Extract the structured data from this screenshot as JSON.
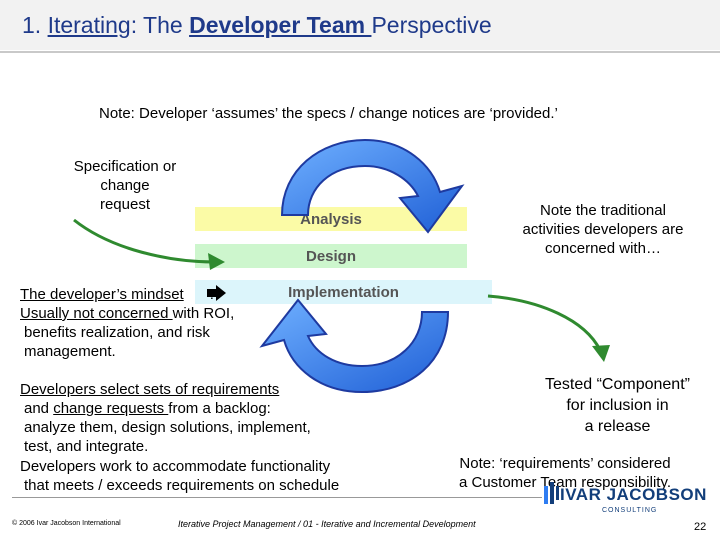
{
  "title": {
    "number": "1.",
    "part1": "Iterating",
    "part2": ": The ",
    "part3": "Developer Team ",
    "part4": "Perspective"
  },
  "note_top": "Note:  Developer ‘assumes’ the specs / change notices are ‘provided.’",
  "spec_request": [
    "Specification or",
    "change",
    "request"
  ],
  "bands": {
    "analysis": "Analysis",
    "design": "Design",
    "implementation": "Implementation"
  },
  "traditional_note": [
    "Note the traditional",
    "activities developers are",
    "concerned with…"
  ],
  "mindset": {
    "lead": "The developer’s mindset",
    "colon": ":",
    "line2_underlined": "Usually not concerned ",
    "line2_rest": "with ROI,",
    "line3": "benefits realization, and risk",
    "line4": "management."
  },
  "tested": [
    "Tested “Component”",
    "for inclusion in",
    "a release"
  ],
  "select": {
    "line1": "Developers select sets of requirements",
    "line2_pre": "and ",
    "line2_u": "change requests ",
    "line2_post": "from a backlog:",
    "line3": "analyze them, design solutions, implement,",
    "line4": "test, and integrate."
  },
  "requirements_note": [
    "Note:  ‘requirements’ considered",
    "a Customer Team responsibility."
  ],
  "work": [
    "Developers work to accommodate functionality",
    "that meets / exceeds requirements on schedule"
  ],
  "footer": {
    "copyright": "© 2006 Ivar Jacobson International",
    "course": "Iterative Project Management / 01 - Iterative and Incremental Development",
    "logo_main": "IVAR JACOBSON",
    "logo_sub": "CONSULTING",
    "page": "22"
  },
  "colors": {
    "title": "#1f3a8a",
    "cycle_arrow_fill": "#2f7df2",
    "cycle_arrow_stroke": "#1e3aa0",
    "side_arrow": "#2f8a2f",
    "analysis_band": "#fbfba6",
    "design_band": "#cdf6cd",
    "implementation_band": "#dcf5fb"
  }
}
